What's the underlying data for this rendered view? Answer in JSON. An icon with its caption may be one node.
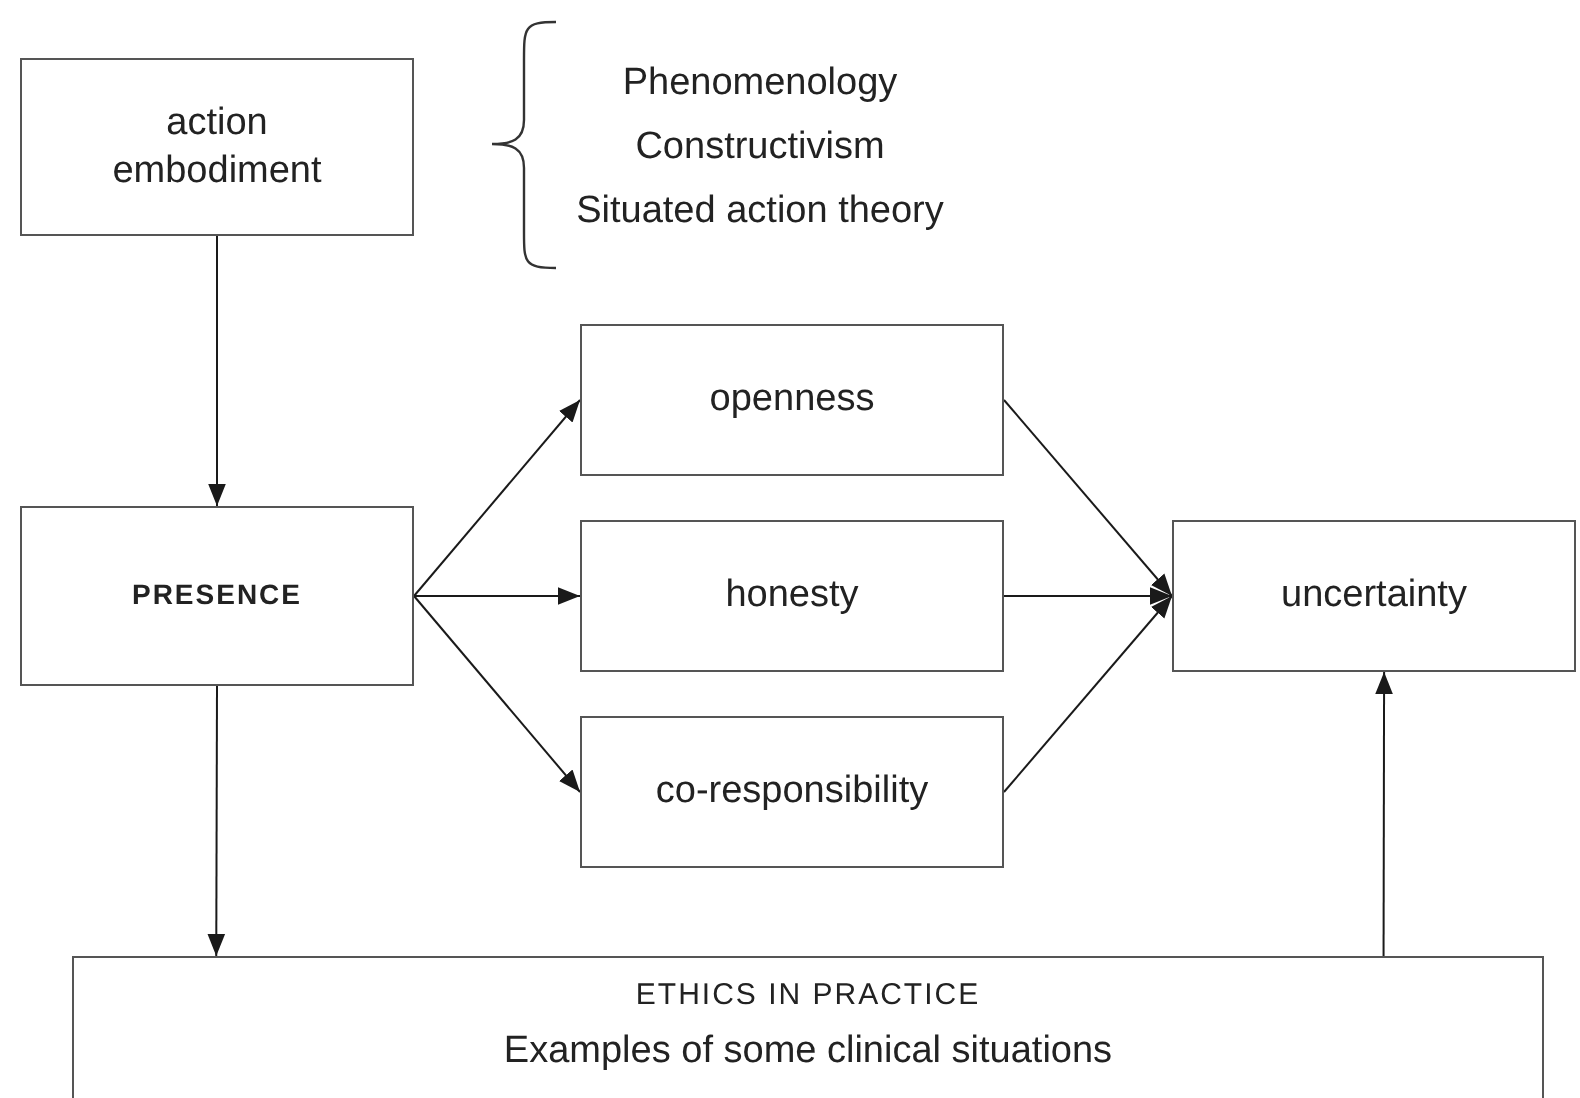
{
  "diagram": {
    "nodes": [
      {
        "text": [
          "action embodiment"
        ]
      },
      {
        "text": [
          "PRESENCE"
        ]
      },
      {
        "text": [
          "openness"
        ]
      },
      {
        "text": [
          "honesty"
        ]
      },
      {
        "text": [
          "co-responsibility"
        ]
      },
      {
        "text": [
          "uncertainty"
        ]
      },
      {
        "text": [
          "ETHICS IN PRACTICE",
          "Examples of some clinical situations"
        ]
      }
    ],
    "edges": [
      {
        "from": 0,
        "to": 1,
        "arrow": "to"
      },
      {
        "from": 1,
        "to": 2,
        "arrow": "to"
      },
      {
        "from": 1,
        "to": 3,
        "arrow": "to"
      },
      {
        "from": 1,
        "to": 4,
        "arrow": "to"
      },
      {
        "from": 2,
        "to": 5,
        "arrow": "to"
      },
      {
        "from": 3,
        "to": 5,
        "arrow": "to"
      },
      {
        "from": 4,
        "to": 5,
        "arrow": "to"
      },
      {
        "from": 1,
        "to": 6,
        "arrow": "to"
      },
      {
        "from": 6,
        "to": 5,
        "arrow": "to"
      }
    ],
    "labels": [
      "Phenomenology",
      "Constructivism",
      "Situated action theory"
    ]
  }
}
